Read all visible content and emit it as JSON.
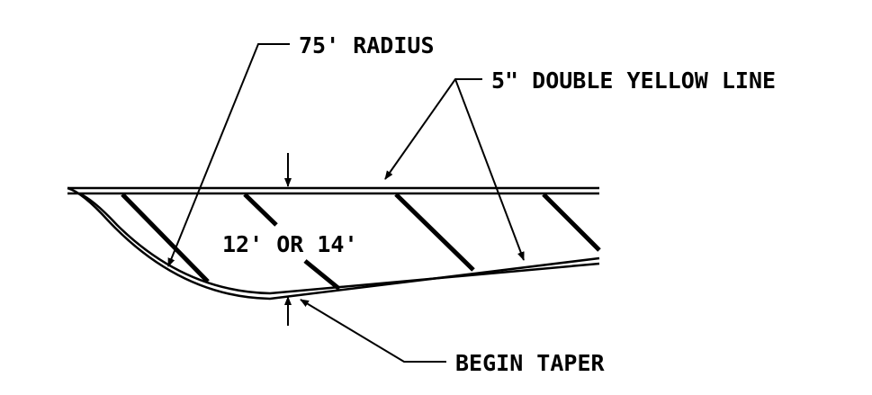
{
  "labels": {
    "radius": "75' RADIUS",
    "double_yellow": "5\" DOUBLE YELLOW LINE",
    "width": "12' OR 14'",
    "begin_taper": "BEGIN TAPER"
  },
  "colors": {
    "ink": "#000000",
    "background": "#ffffff"
  }
}
